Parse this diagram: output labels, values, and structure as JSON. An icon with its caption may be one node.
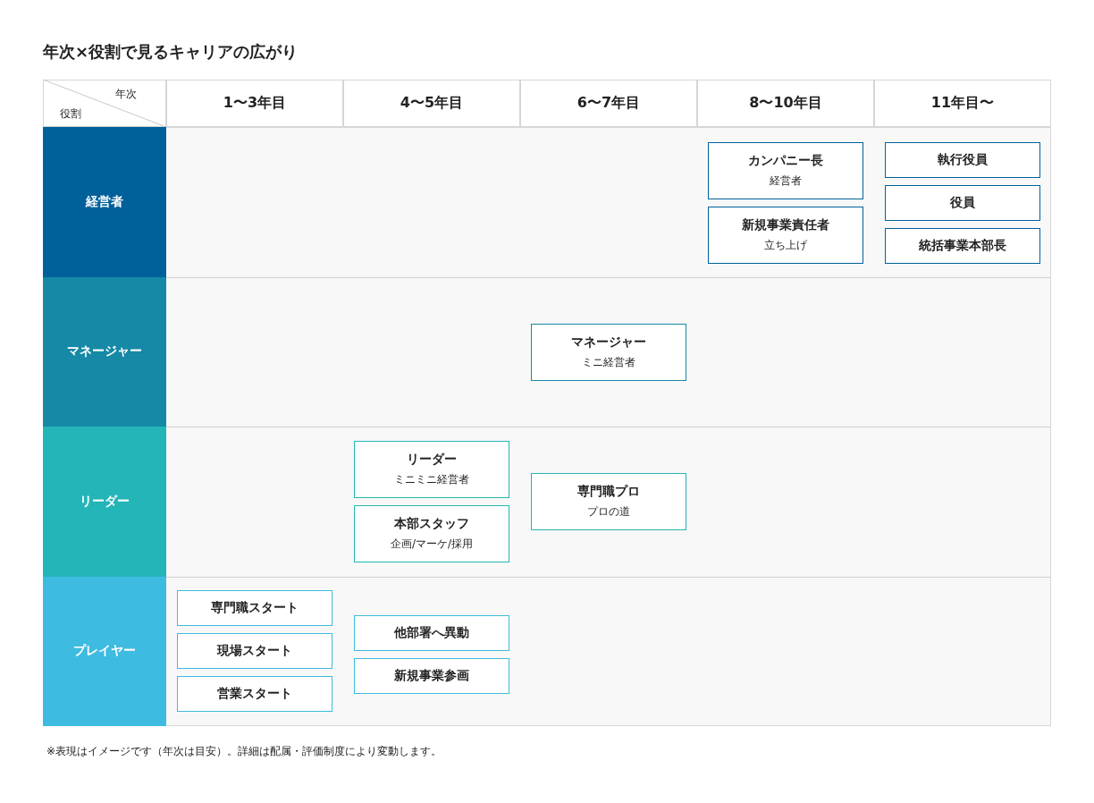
{
  "diagram": {
    "title": "年次×役割で見るキャリアの広がり",
    "caption": "※表現はイメージです（年次は目安）。詳細は配属・評価制度により変動します。",
    "nodes": [
      {
        "text": [
          "経営者"
        ]
      },
      {
        "text": [
          "カンパニー長",
          "経営者"
        ]
      },
      {
        "text": [
          "新規事業責任者",
          "立ち上げ"
        ]
      },
      {
        "text": [
          "執行役員"
        ]
      },
      {
        "text": [
          "役員"
        ]
      },
      {
        "text": [
          "統括事業本部長"
        ]
      },
      {
        "text": [
          "マネージャー"
        ]
      },
      {
        "text": [
          "マネージャー",
          "ミニ経営者"
        ]
      },
      {
        "text": [
          "リーダー"
        ]
      },
      {
        "text": [
          "リーダー",
          "ミニミニ経営者"
        ]
      },
      {
        "text": [
          "本部スタッフ",
          "企画/マーケ/採用"
        ]
      },
      {
        "text": [
          "専門職プロ",
          "プロの道"
        ]
      },
      {
        "text": [
          "プレイヤー"
        ]
      },
      {
        "text": [
          "専門職スタート"
        ]
      },
      {
        "text": [
          "現場スタート"
        ]
      },
      {
        "text": [
          "営業スタート"
        ]
      },
      {
        "text": [
          "他部署へ異動"
        ]
      },
      {
        "text": [
          "新規事業参画"
        ]
      }
    ],
    "edges": [],
    "labels": [
      "年次",
      "役割",
      "1〜3年目",
      "4〜5年目",
      "6〜7年目",
      "8〜10年目",
      "11年目〜"
    ]
  }
}
